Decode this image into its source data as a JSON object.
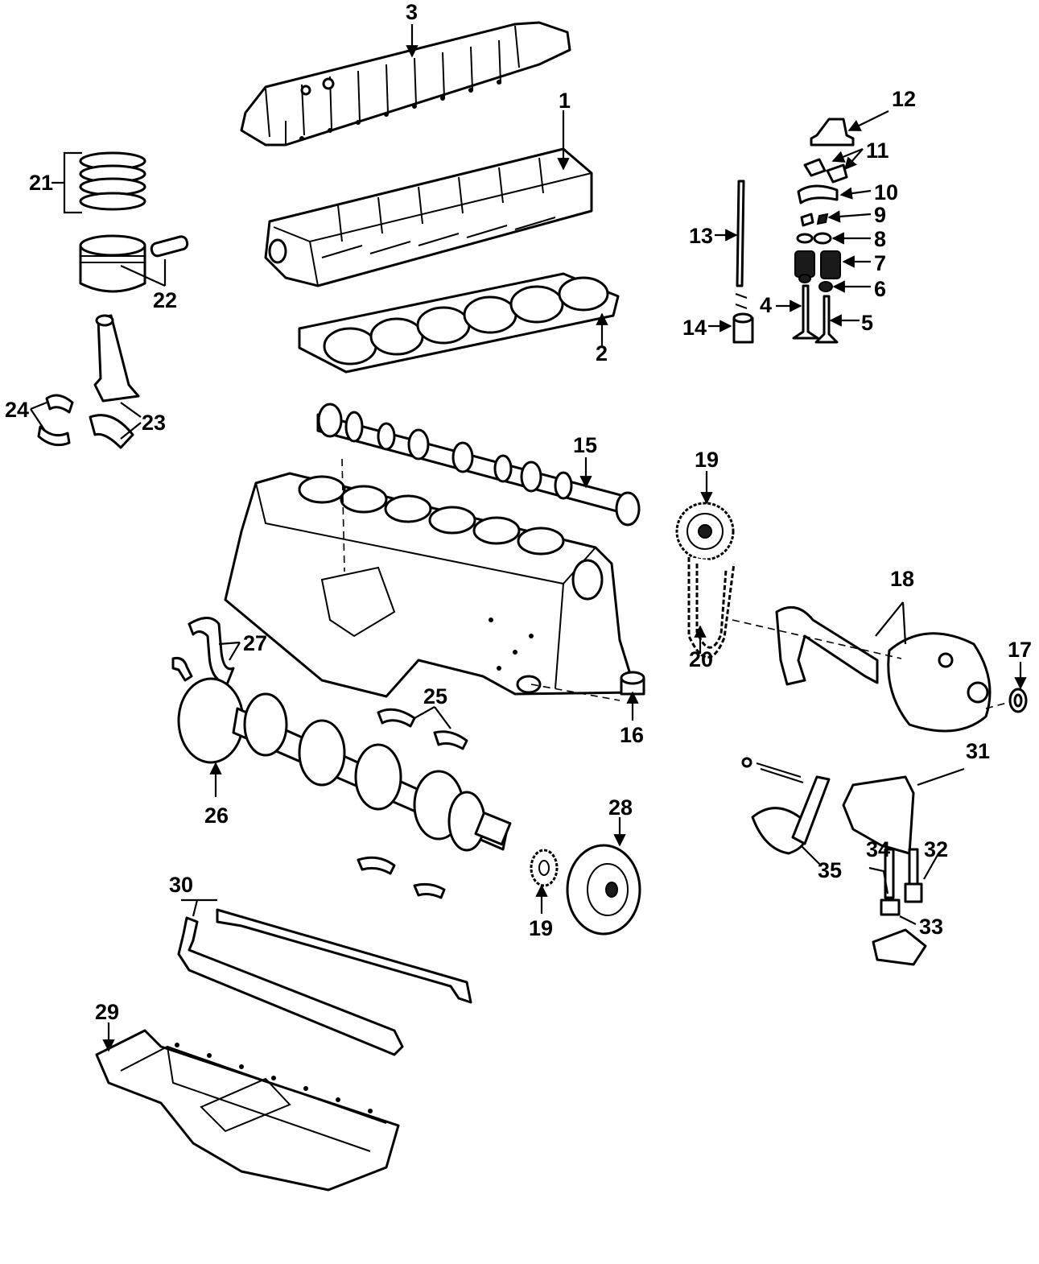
{
  "callouts": [
    "1",
    "2",
    "3",
    "4",
    "5",
    "6",
    "7",
    "8",
    "9",
    "10",
    "11",
    "12",
    "13",
    "14",
    "15",
    "16",
    "17",
    "18",
    "19",
    "20",
    "21",
    "22",
    "23",
    "24",
    "25",
    "26",
    "27",
    "28",
    "29",
    "30",
    "31",
    "32",
    "33",
    "34",
    "35"
  ],
  "callout_19_lower": "19",
  "colors": {
    "line": "#000000",
    "background": "#ffffff"
  }
}
